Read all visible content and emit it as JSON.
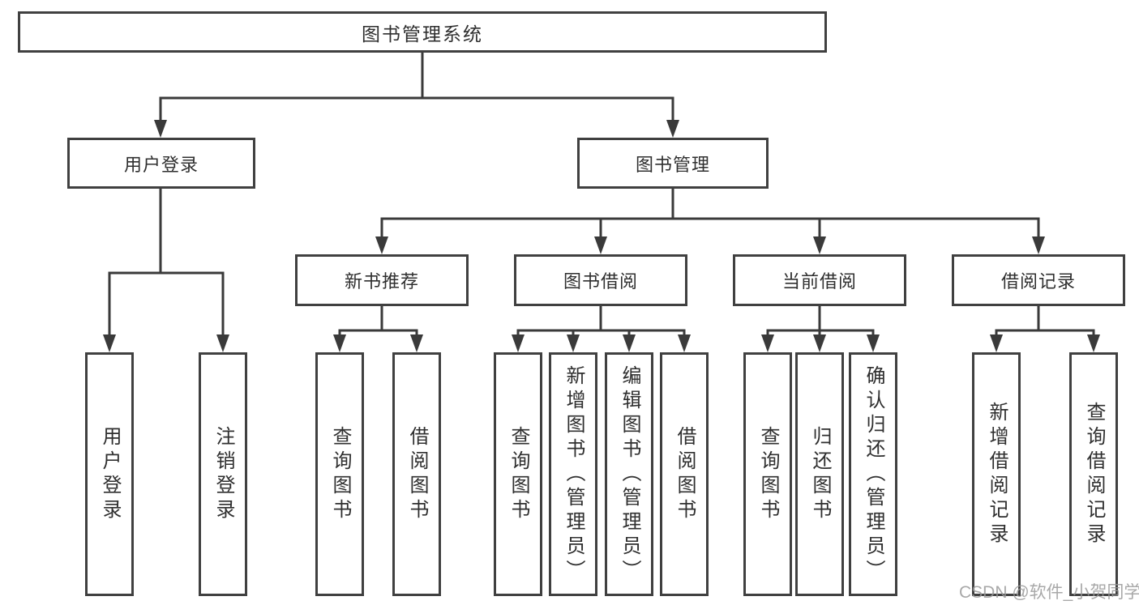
{
  "diagram": {
    "root": "图书管理系统",
    "level2": {
      "user_login": "用户登录",
      "book_mgmt": "图书管理"
    },
    "level3": {
      "new_books": "新书推荐",
      "book_borrow": "图书借阅",
      "current_borrow": "当前借阅",
      "borrow_records": "借阅记录"
    },
    "leaves": {
      "user_login": [
        "用户登录",
        "注销登录"
      ],
      "new_books": [
        "查询图书",
        "借阅图书"
      ],
      "book_borrow": [
        "查询图书",
        "新增图书（管理员）",
        "编辑图书（管理员）",
        "借阅图书"
      ],
      "current_borrow": [
        "查询图书",
        "归还图书",
        "确认归还（管理员）"
      ],
      "borrow_records": [
        "新增借阅记录",
        "查询借阅记录"
      ]
    },
    "watermark": "CSDN @软件_小贺同学",
    "colors": {
      "line": "#3a3a3a",
      "border": "#404040",
      "text": "#2f2f2f",
      "watermark": "#999999"
    }
  }
}
